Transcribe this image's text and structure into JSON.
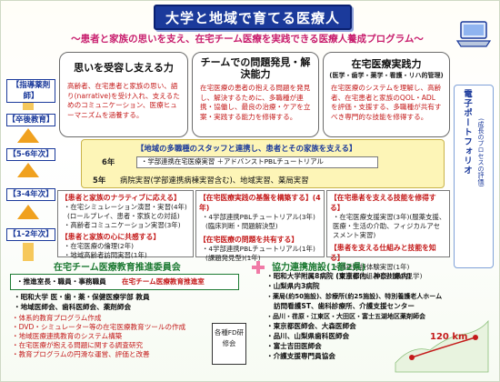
{
  "header": {
    "title": "大学と地域で育てる医療人",
    "subtitle": "～患者と家族の思いを支え、在宅チーム医療を実践できる医療人養成プログラム～"
  },
  "years": {
    "leader": "【指導薬剤師】",
    "clinical": "【卒後教育】",
    "y56": "【5-6年次】",
    "y34": "【3-4年次】",
    "y12": "【1-2年次】"
  },
  "panels": [
    {
      "title": "思いを受容し支える力",
      "text": "高齢者、在宅患者と家族の思い、語り(narrative)を受け入れ、支えるためのコミュニケーション、医療ヒューマニズムを涵養する。"
    },
    {
      "title": "チームでの問題発見・解決能力",
      "text": "在宅医療の患者の抱える問題を発見し、解決するために、多職種が連携・協働し、最良の治療・ケアを立案・実践する能力を修得する。"
    },
    {
      "title": "在宅医療実践力",
      "subtitle": "(医学・歯学・薬学・看護・リハ的管理)",
      "text": "在宅医療のシステムを理解し、高齢者、在宅患者と家族のQOL・ADLを評価・支援する、多職種が共有すべき専門的な技能を修得する。"
    }
  ],
  "band": {
    "header": "【地域の多職種のスタッフと連携し、患者とその家族を支える】",
    "y6_label": "6年",
    "y6_text": "・学部連携在宅医療実習 ＋アドバンストPBLチュートリアル",
    "y5_label": "5年",
    "y5_text": "病院実習(学部連携病棟実習含む)、地域実習、薬局実習"
  },
  "col1": {
    "h1": "【患者と家族のナラティブに応える】",
    "l1": "・在宅シミュレーション演習・実習(4年)",
    "l2": "(ロールプレイ、患者・家族との対話)",
    "l3": "・高齢者コミュニケーション実習(3年)",
    "h2": "【患者と家族の心に共感する】",
    "l4": "・在宅医療の倫理(2年)",
    "l5": "・地域高齢者訪問実習(1年)"
  },
  "col2": {
    "h1": "【在宅医療実践の基盤を構築する】(4年)",
    "l1": "・4学部連携PBLチュートリアル(3年)",
    "l2": "(臨床判断・問題解決型)",
    "h2": "【在宅医療の問題を共有する】",
    "l3": "・4学部連携PBLチュートリアル(1年)",
    "l4": "(課題発見型)(1年)"
  },
  "col3": {
    "h1": "【在宅患者を支える技能を修得する】",
    "l1": "・在宅医療支援実習(3年)(服薬支援、医療・生活の介助、フィジカルアセスメント実習)",
    "h2": "【患者を支える仕組みと技能を知る】",
    "l2": "・福祉施設体験実習(1年)",
    "l3": "(支援の仕組みと技能の見学)"
  },
  "portfolio": {
    "title": "電子ポートフォリオ",
    "note": "(成長のプロセスの評価)"
  },
  "committee": {
    "title": "在宅チーム医療教育推進委員会",
    "members_line": "・推進室長・職員・事務職員",
    "center_label": "在宅チーム医療教育推進室",
    "univ1": "・昭和大学 医・歯・薬・保健医療学部 教員",
    "univ2": "・地域医師会、歯科医師会、薬剤師会",
    "tasks": [
      "・体系的教育プログラム作成",
      "・DVD・シミュレーター等の在宅医療教育ツールの作成",
      "・地域医療連携教育のシステム構築",
      "・在宅医療が抱える問題に関する調査研究",
      "・教育プログラムの円滑な運営、評価と改善"
    ],
    "fd_label": "各種FD研修会"
  },
  "facilities": {
    "title": "協力連携施設(1都2県)",
    "items": [
      "・昭和大学附属8病院 (東京都内、神奈川県内)",
      "・山梨県内3病院",
      "・薬局(約50施設)、診療所(約25施設)、特別養護老人ホーム",
      "訪問看護ST、歯科診療所、介護支援センター",
      "・品川・荏原・江東区・大田区・富士五湖地区薬剤師会",
      "・東京都医師会、大森医師会",
      "・品川、山梨県歯科医師会",
      "・富士吉田医師会",
      "・介護支援専門員協会"
    ],
    "distance": "120 km"
  },
  "icons": [
    "laptop-icon",
    "up-arrow-icon",
    "plus-icon",
    "map-icon",
    "person-icon"
  ],
  "colors": {
    "title_bg": "#1b3a9b",
    "accent_red": "#c41a1a",
    "accent_pink": "#c81e6e",
    "green": "#1d7a33",
    "band": "#fdf5b7"
  }
}
